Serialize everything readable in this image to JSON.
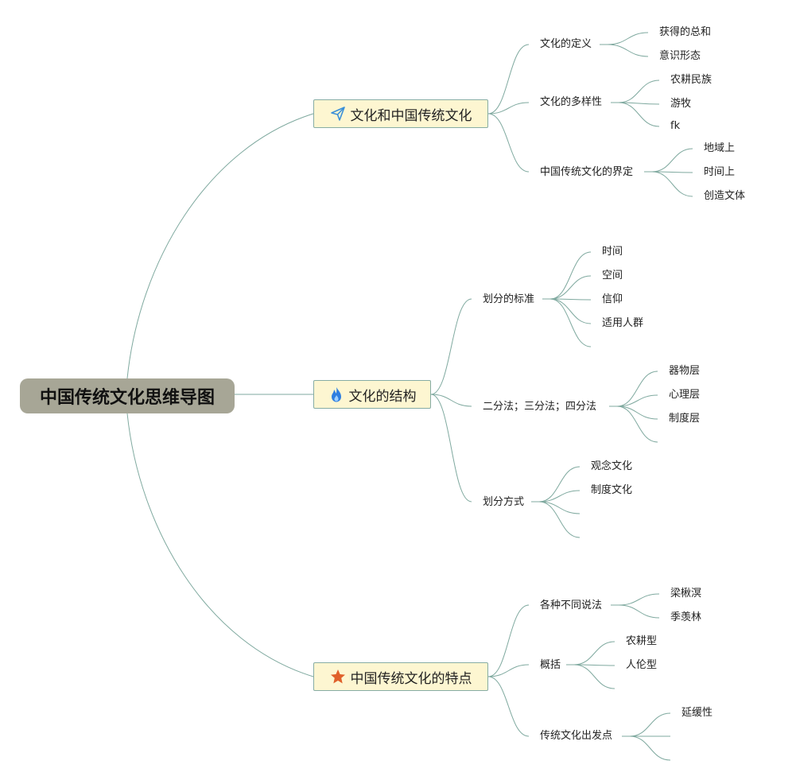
{
  "root": {
    "label": "中国传统文化思维导图"
  },
  "branches": [
    {
      "label": "文化和中国传统文化",
      "icon": "paper-plane-icon",
      "children": [
        {
          "label": "文化的定义",
          "children": [
            "获得的总和",
            "意识形态"
          ]
        },
        {
          "label": "文化的多样性",
          "children": [
            "农耕民族",
            "游牧",
            "fk"
          ]
        },
        {
          "label": "中国传统文化的界定",
          "children": [
            "地域上",
            "时间上",
            "创造文体"
          ]
        }
      ]
    },
    {
      "label": "文化的结构",
      "icon": "fire-icon",
      "children": [
        {
          "label": "划分的标准",
          "children": [
            "时间",
            "空间",
            "信仰",
            "适用人群",
            ""
          ]
        },
        {
          "label": "二分法；三分法；四分法",
          "children": [
            "器物层",
            "心理层",
            "制度层",
            ""
          ]
        },
        {
          "label": "划分方式",
          "children": [
            "观念文化",
            "制度文化",
            "",
            ""
          ]
        }
      ]
    },
    {
      "label": "中国传统文化的特点",
      "icon": "star-icon",
      "children": [
        {
          "label": "各种不同说法",
          "children": [
            "梁楸溟",
            "季羡林"
          ]
        },
        {
          "label": "概括",
          "children": [
            "农耕型",
            "人伦型",
            ""
          ]
        },
        {
          "label": "传统文化出发点",
          "children": [
            "延缓性",
            "",
            ""
          ]
        }
      ]
    }
  ],
  "colors": {
    "line": "#7fa99f",
    "root_fill": "#a7a696",
    "branch_fill": "#fdf6d1",
    "branch_border": "#86aca3",
    "plane_icon": "#3a8fd8",
    "fire_icon": "#2f7fe0",
    "star_icon": "#e0612b"
  }
}
